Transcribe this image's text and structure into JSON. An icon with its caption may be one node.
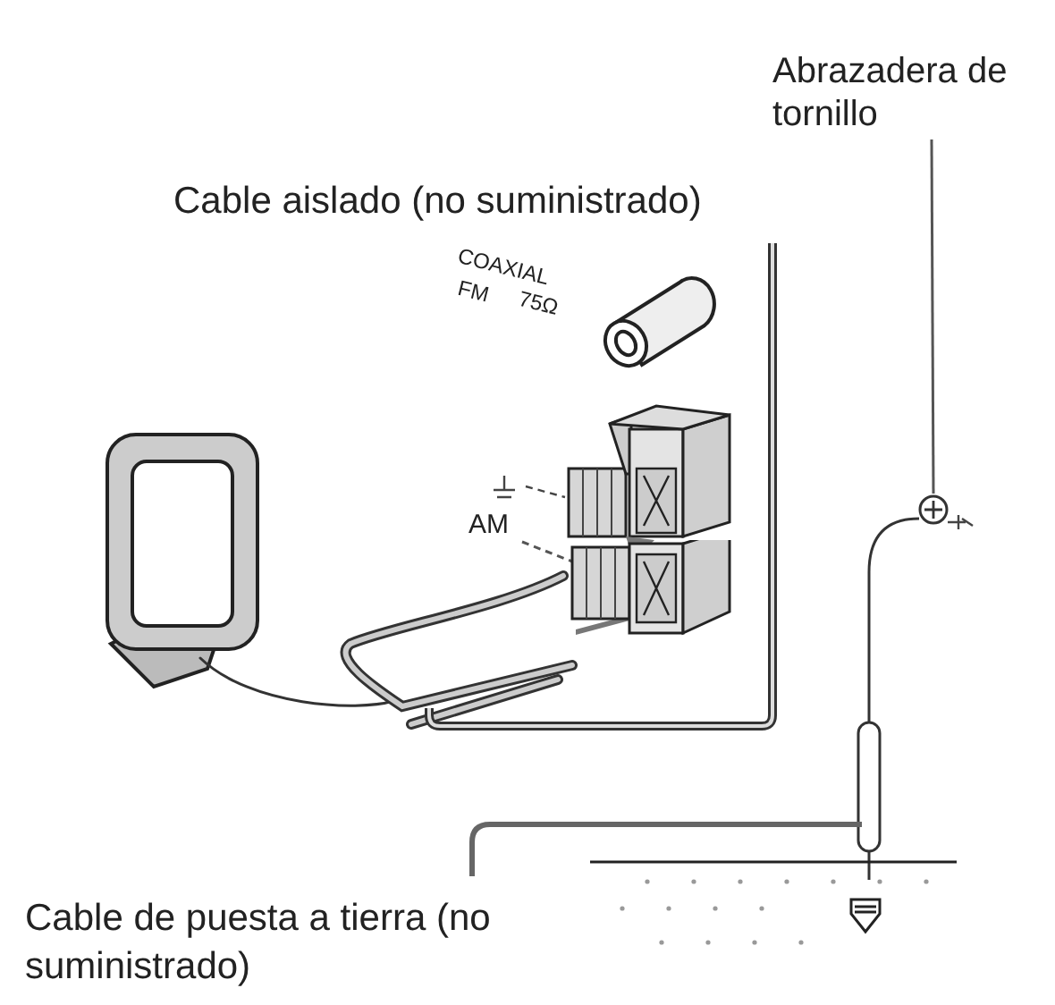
{
  "diagram": {
    "nodes": [
      {
        "text": [
          "Abrazadera de tornillo"
        ]
      },
      {
        "text": [],
        "shape": "circle"
      },
      {
        "text": [
          "Cable aislado (no suministrado)"
        ]
      },
      {
        "text": [
          "AM"
        ]
      },
      {
        "text": [],
        "shape": "box"
      },
      {
        "text": [
          "Cable de puesta a tierra (no suministrado)"
        ]
      }
    ],
    "edges": [
      {
        "from": 0,
        "to": 1,
        "arrow": "none"
      },
      {
        "from": 3,
        "to": 4,
        "arrow": "none",
        "style": "dashed"
      }
    ],
    "labels": [
      "COAXIAL",
      "FM",
      "75Ω"
    ]
  }
}
